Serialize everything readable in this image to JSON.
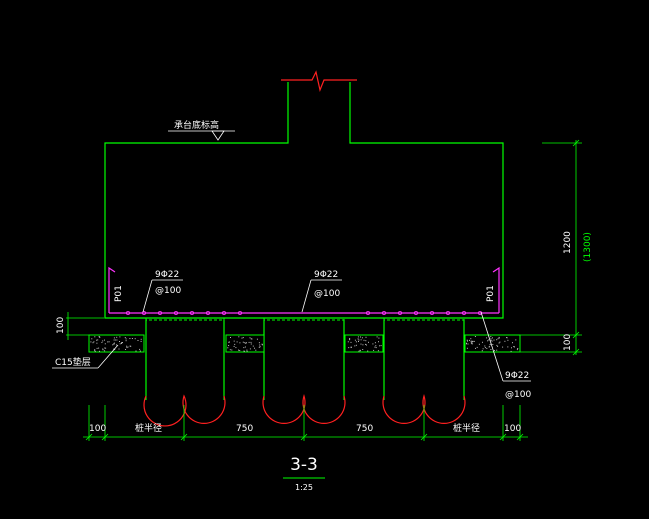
{
  "drawing": {
    "section_title": "3-3",
    "scale": "1:25",
    "elevation_note": "承台底标高",
    "cushion_label": "C15垫层",
    "rebar_top_left": {
      "spec": "9Φ22",
      "spacing": "@100"
    },
    "rebar_top_mid": {
      "spec": "9Φ22",
      "spacing": "@100"
    },
    "rebar_bottom_right": {
      "spec": "9Φ22",
      "spacing": "@100"
    },
    "side_mark_left": "P01",
    "side_mark_right": "P01",
    "dim_height_main": "1200",
    "dim_height_total": "(1300)",
    "dim_height_cushion_right": "100",
    "dim_left_cushion": "100",
    "dims_bottom": {
      "left_edge": "100",
      "pile_radius_left": "桩半径",
      "span_1": "750",
      "span_2": "750",
      "pile_radius_right": "桩半径",
      "right_edge": "100"
    }
  },
  "colors": {
    "outline": "#00ff00",
    "rebar": "#ff00ff",
    "pile_arc": "#ff0000",
    "break_line": "#ff0000",
    "text": "#ffffff",
    "title": "#ffffff"
  }
}
